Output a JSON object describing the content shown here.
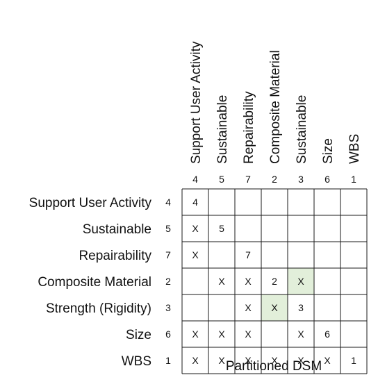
{
  "columns": {
    "labels": [
      "Support User Activity",
      "Sustainable",
      "Repairability",
      "Composite Material",
      "Sustainable",
      "Size",
      "WBS"
    ],
    "indices": [
      "4",
      "5",
      "7",
      "2",
      "3",
      "6",
      "1"
    ]
  },
  "rows": {
    "labels": [
      "Support User Activity",
      "Sustainable",
      "Repairability",
      "Composite Material",
      "Strength (Rigidity)",
      "Size",
      "WBS"
    ],
    "indices": [
      "4",
      "5",
      "7",
      "2",
      "3",
      "6",
      "1"
    ]
  },
  "cells": [
    [
      "4",
      "",
      "",
      "",
      "",
      "",
      ""
    ],
    [
      "X",
      "5",
      "",
      "",
      "",
      "",
      ""
    ],
    [
      "X",
      "",
      "7",
      "",
      "",
      "",
      ""
    ],
    [
      "",
      "X",
      "X",
      "2",
      "X",
      "",
      ""
    ],
    [
      "",
      "",
      "X",
      "X",
      "3",
      "",
      ""
    ],
    [
      "X",
      "X",
      "X",
      "",
      "X",
      "6",
      ""
    ],
    [
      "X",
      "X",
      "X",
      "X",
      "X",
      "X",
      "1"
    ]
  ],
  "highlighted_cells": [
    [
      3,
      4
    ],
    [
      4,
      3
    ]
  ],
  "colors": {
    "highlight": "#e2efda",
    "grid": "#1a1a1a",
    "text": "#111111"
  },
  "caption": "Partitioned DSM"
}
